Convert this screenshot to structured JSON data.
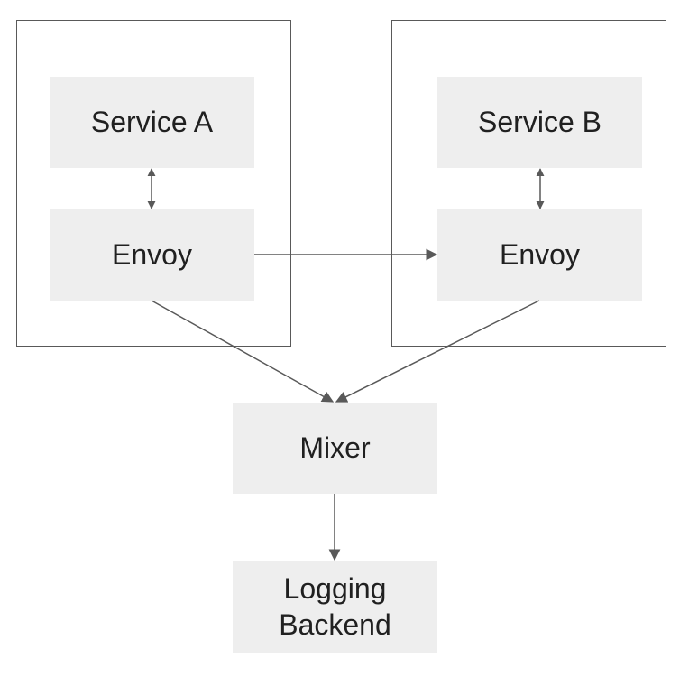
{
  "nodes": {
    "service_a": "Service A",
    "envoy_a": "Envoy",
    "service_b": "Service B",
    "envoy_b": "Envoy",
    "mixer": "Mixer",
    "logging_backend": "Logging\nBackend"
  },
  "colors": {
    "node_fill": "#eeeeee",
    "node_text": "#202020",
    "border": "#595959",
    "arrow": "#595959"
  }
}
